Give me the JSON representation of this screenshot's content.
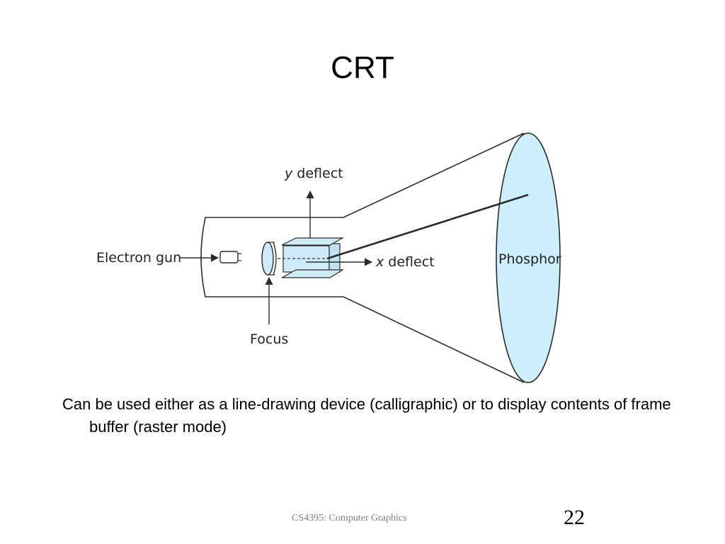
{
  "slide": {
    "title": "CRT",
    "body": "Can be used either as a line-drawing device (calligraphic) or to display contents of frame buffer (raster mode)",
    "footer_course": "CS4395: Computer Graphics",
    "page_number": "22"
  },
  "diagram": {
    "labels": {
      "y_deflect_italic": "y",
      "y_deflect_rest": " deflect",
      "electron_gun": "Electron gun",
      "x_deflect_italic": "x",
      "x_deflect_rest": " deflect",
      "focus": "Focus",
      "phosphor": "Phosphor"
    },
    "colors": {
      "screen_fill": "#cdeefb",
      "plate_fill": "#cfeaf8",
      "outline": "#2b2b2b"
    }
  }
}
